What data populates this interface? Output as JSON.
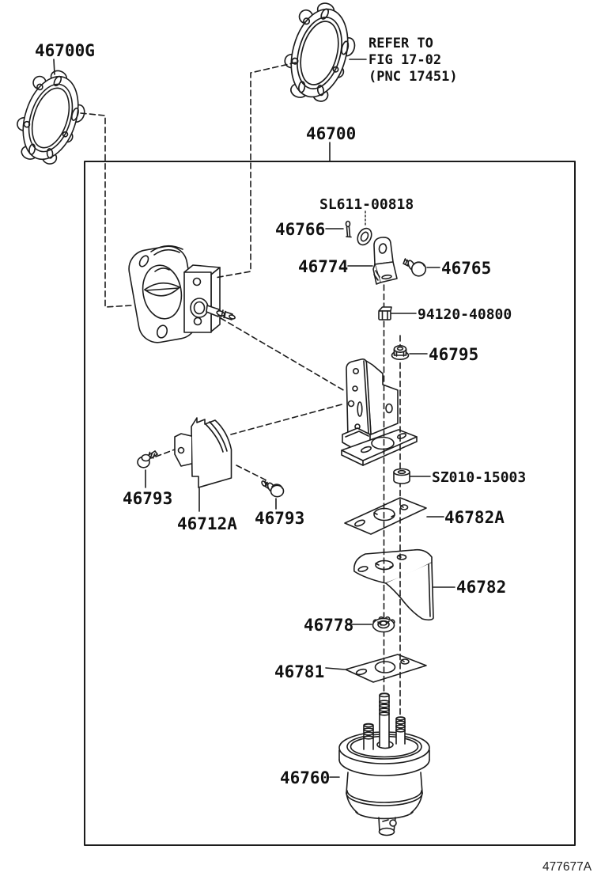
{
  "diagram": {
    "title_part_number": "46700",
    "figure_code": "477677A",
    "refer_note": {
      "line1": "REFER TO",
      "line2": "FIG 17-02",
      "line3": "(PNC 17451)"
    },
    "labels": {
      "gasket": "46700G",
      "assembly": "46700",
      "clip": "SL611-00818",
      "pin": "46766",
      "clamp": "46774",
      "bolt": "46765",
      "nut_square": "94120-40800",
      "nut_flange": "46795",
      "collar": "SZ010-15003",
      "plate_upper": "46782A",
      "bolt_left": "46793",
      "cover": "46712A",
      "bolt_right": "46793",
      "bracket_lower": "46782",
      "grommet": "46778",
      "plate_lower": "46781",
      "filter": "46760",
      "figure_code": "477677A"
    }
  }
}
